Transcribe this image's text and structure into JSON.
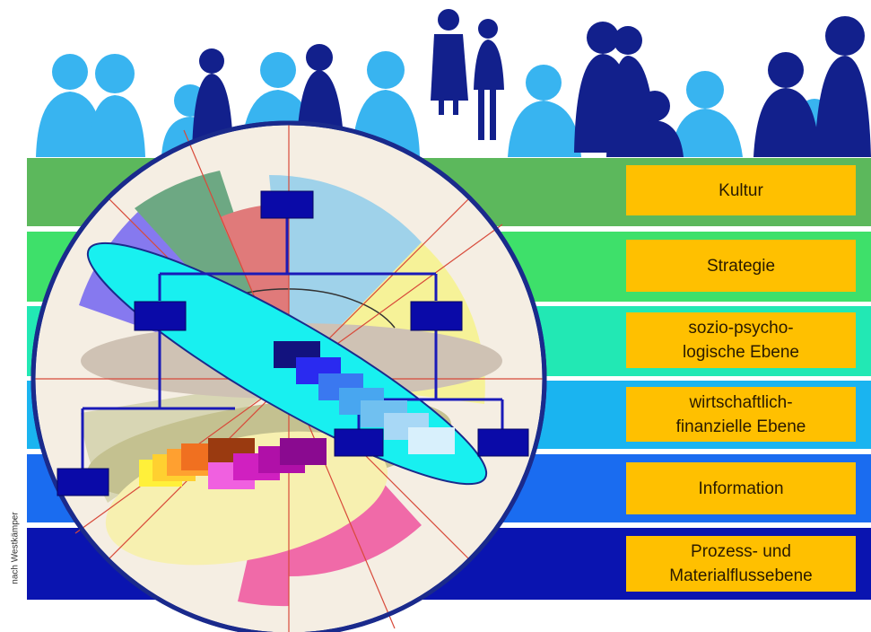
{
  "layers": [
    {
      "label": "Kultur",
      "color": "#5cb85c"
    },
    {
      "label": "Strategie",
      "color": "#3ee06a"
    },
    {
      "label": "sozio-psycho-\nlogische Ebene",
      "color": "#22e8b4"
    },
    {
      "label": "wirtschaftlich-\nfinanzielle Ebene",
      "color": "#1ab4f0"
    },
    {
      "label": "Information",
      "color": "#1a6cf0"
    },
    {
      "label": "Prozess- und\nMaterialflussebene",
      "color": "#0a14b0"
    }
  ],
  "credit": "nach Westkämper",
  "colors": {
    "label_box": "#ffc000",
    "people_light": "#38b4f0",
    "people_dark": "#12208c",
    "org_box": "#0a0aa8"
  }
}
